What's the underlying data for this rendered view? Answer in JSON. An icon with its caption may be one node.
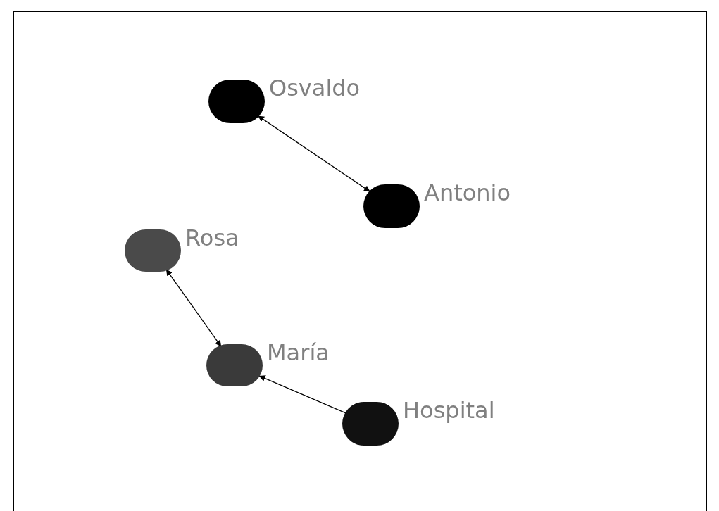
{
  "diagram": {
    "nodes": [
      {
        "text": [],
        "shape": "circle",
        "beside": [
          "Osvaldo"
        ]
      },
      {
        "text": [],
        "shape": "circle",
        "beside": [
          "Antonio"
        ]
      },
      {
        "text": [],
        "shape": "circle",
        "beside": [
          "Rosa"
        ]
      },
      {
        "text": [],
        "shape": "circle",
        "beside": [
          "María"
        ]
      },
      {
        "text": [],
        "shape": "circle",
        "beside": [
          "Hospital"
        ]
      }
    ],
    "edges": [
      {
        "from": 0,
        "to": 1,
        "arrow": "both"
      },
      {
        "from": 2,
        "to": 3,
        "arrow": "both"
      },
      {
        "from": 4,
        "to": 3,
        "arrow": "to"
      }
    ]
  }
}
